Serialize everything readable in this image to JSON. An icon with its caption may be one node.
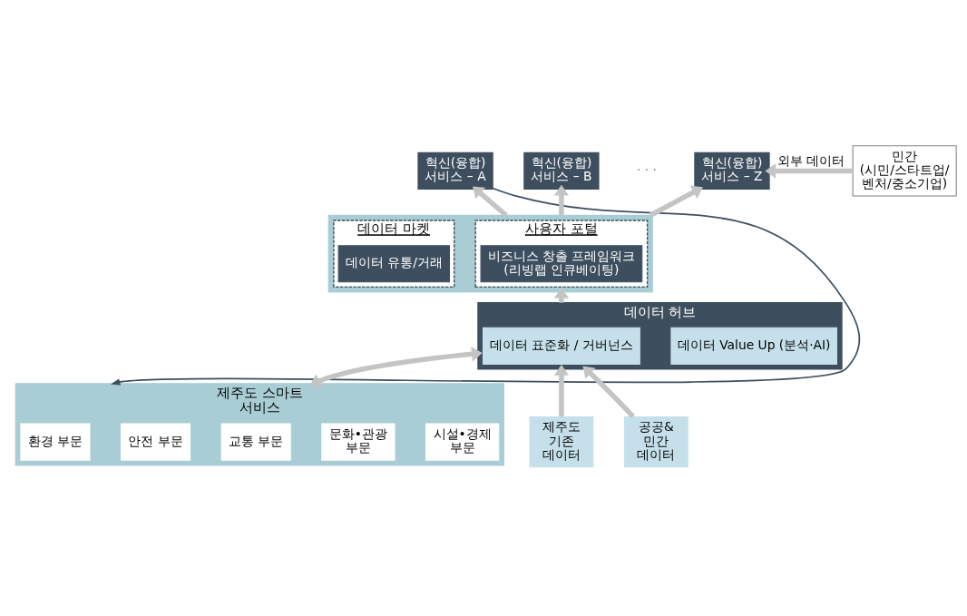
{
  "diagram": {
    "nodes": [
      {
        "text": [
          "혁신(융합) 서비스 – A"
        ]
      },
      {
        "text": [
          "혁신(융합) 서비스 – B"
        ]
      },
      {
        "text": [
          "혁신(융합) 서비스 – Z"
        ]
      },
      {
        "text": [
          "민간 (시민/스타트업/ 벤처/중소기업)"
        ]
      },
      {
        "text": [],
        "shape": "box"
      },
      {
        "text": [
          "사용자 포털"
        ],
        "in": 4
      },
      {
        "text": [
          "비즈니스 창출 프레임워크 (리빙랩 인큐베이팅)"
        ],
        "in": 5
      },
      {
        "text": [
          "데이터 마켓"
        ],
        "in": 4
      },
      {
        "text": [
          "데이터 유통/거래"
        ],
        "in": 7
      },
      {
        "text": [
          "데이터 허브"
        ]
      },
      {
        "text": [
          "데이터 표준화 / 거버넌스"
        ],
        "in": 9
      },
      {
        "text": [
          "데이터 Value Up (분석·AI)"
        ],
        "in": 9
      },
      {
        "text": [
          "제주도 스마트 서비스"
        ]
      },
      {
        "text": [
          "환경 부문"
        ],
        "in": 12
      },
      {
        "text": [
          "안전 부문"
        ],
        "in": 12
      },
      {
        "text": [
          "교통 부문"
        ],
        "in": 12
      },
      {
        "text": [
          "문화•관광 부문"
        ],
        "in": 12
      },
      {
        "text": [
          "시설•경제 부문"
        ],
        "in": 12
      },
      {
        "text": [
          "제주도 기존 데이터"
        ]
      },
      {
        "text": [
          "공공& 민간 데이터"
        ]
      }
    ],
    "edges": [
      {
        "from": 4,
        "to": 0,
        "arrow": "to"
      },
      {
        "from": 4,
        "to": 1,
        "arrow": "to"
      },
      {
        "from": 4,
        "to": 2,
        "arrow": "to"
      },
      {
        "from": 3,
        "to": 2,
        "arrow": "to",
        "label": "외부 데이터"
      },
      {
        "from": 9,
        "to": 4,
        "arrow": "to"
      },
      {
        "from": 9,
        "to": 12,
        "arrow": "both"
      },
      {
        "from": 18,
        "to": 9,
        "arrow": "to"
      },
      {
        "from": 19,
        "to": 9,
        "arrow": "to"
      },
      {
        "from": 0,
        "to": 12,
        "arrow": "to",
        "color": "#3d4f5f"
      }
    ],
    "labels": [
      "· · ·"
    ]
  }
}
